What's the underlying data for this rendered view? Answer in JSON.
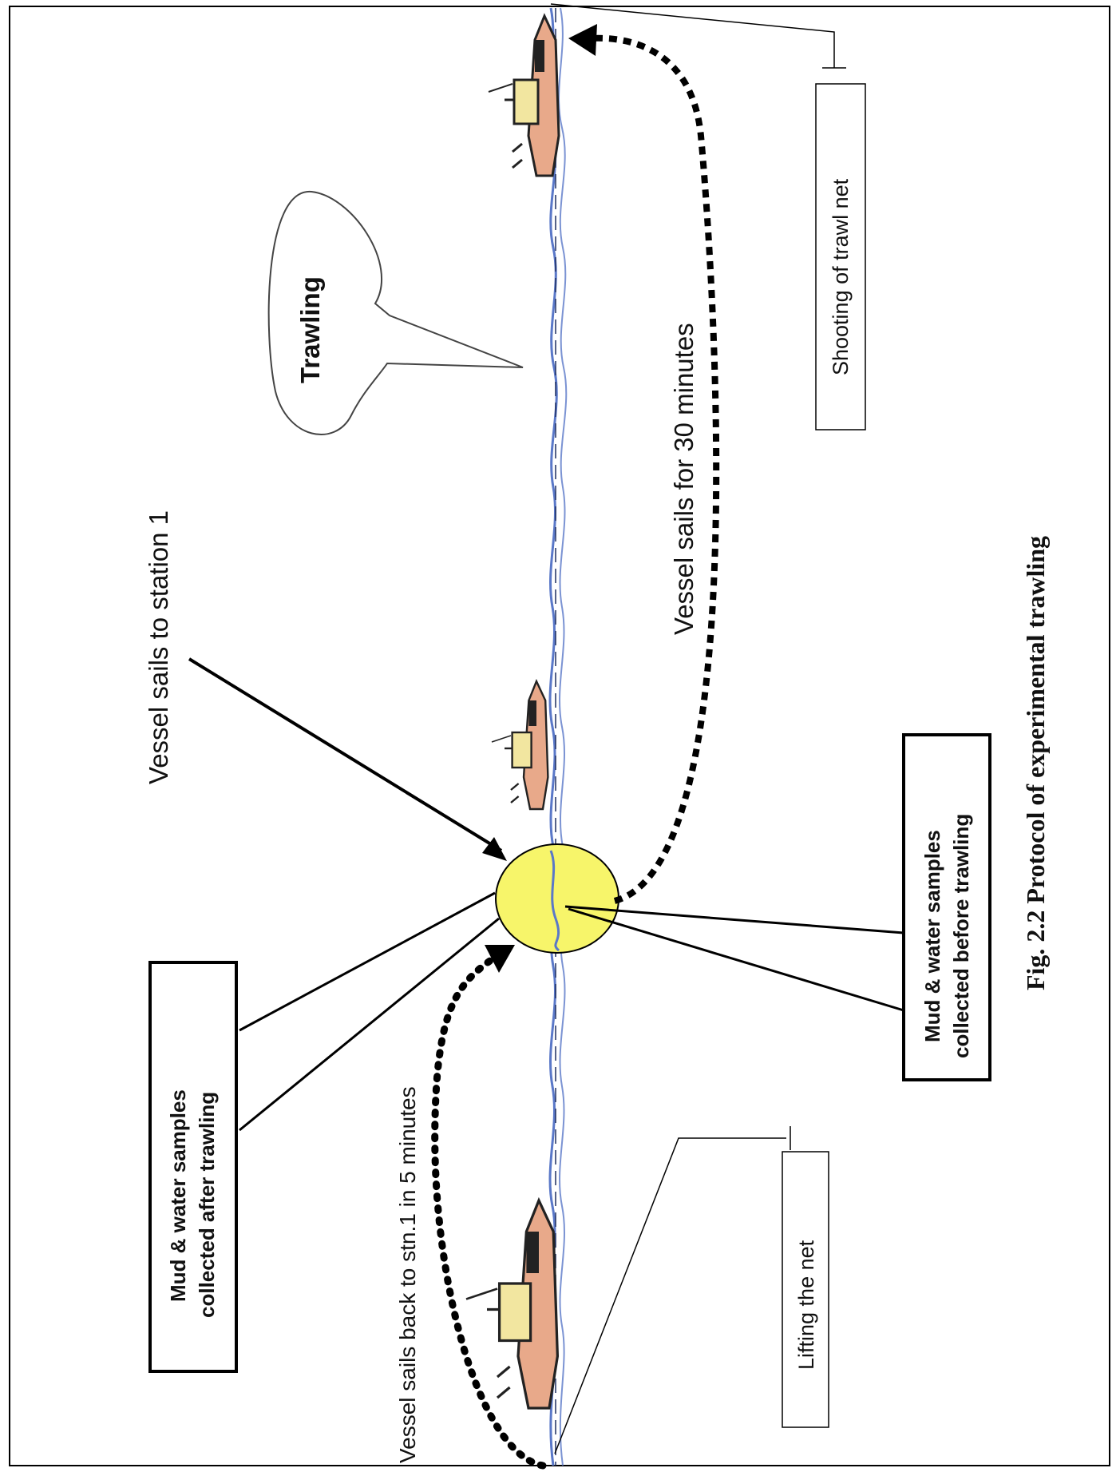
{
  "figure": {
    "caption": "Fig. 2.2 Protocol of experimental trawling"
  },
  "labels": {
    "vessel_to_station": "Vessel sails to station 1",
    "trawling": "Trawling",
    "vessel_30min": "Vessel sails for 30 minutes",
    "shooting": "Shooting of trawl net",
    "before_line1": "Mud & water samples",
    "before_line2": "collected before trawling",
    "after_line1": "Mud & water samples",
    "after_line2": "collected after trawling",
    "back_to_station": "Vessel sails back to stn.1 in 5 minutes",
    "lifting": "Lifting  the net"
  },
  "colors": {
    "water": "#5a78c8",
    "station_fill": "#f7f56a",
    "hull": "#e8a98a",
    "cabin": "#f2e6a0",
    "ink": "#111111"
  },
  "icons": {
    "boat": "trawler-boat-icon",
    "station": "station-circle-icon"
  }
}
